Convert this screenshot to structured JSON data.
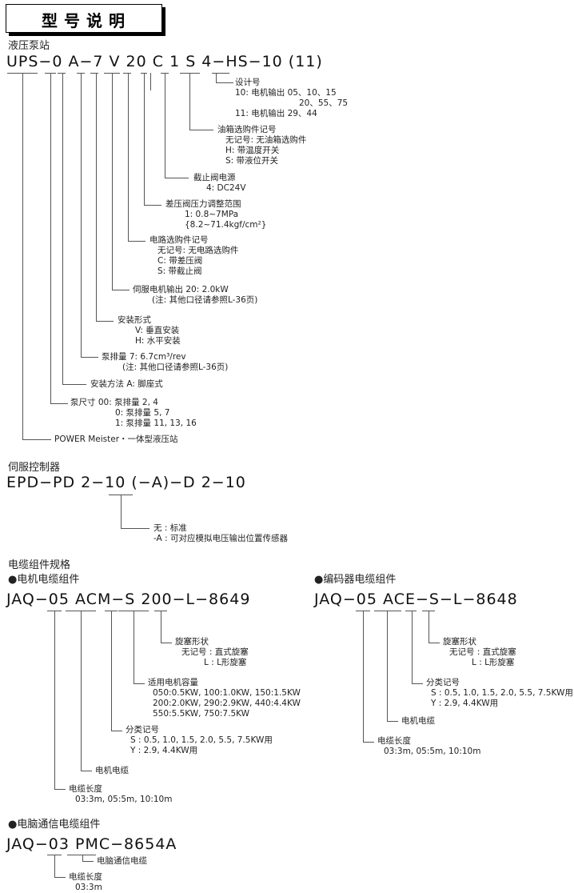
{
  "header": {
    "title": "型号说明"
  },
  "ups": {
    "section": "液压泵站",
    "code": "UPS−0 A−7 V 20 C 1 S 4−HS−10 (11)",
    "notes": {
      "design": [
        "设计号",
        "10: 电机输出   05、10、15",
        "20、55、75",
        "11: 电机输出   29、44"
      ],
      "tank": [
        "油箱选购件记号",
        "无记号: 无油箱选购件",
        "H: 带温度开关",
        "S: 带液位开关"
      ],
      "valve": [
        "截止阀电源",
        "4: DC24V"
      ],
      "relief": [
        "差压阀压力调整范围",
        "1: 0.8~7MPa",
        "{8.2~71.4kgf/cm²}"
      ],
      "circuit": [
        "电路选购件记号",
        "无记号: 无电路选购件",
        "C: 带差压阀",
        "S: 带截止阀"
      ],
      "servo": [
        "伺服电机输出   20: 2.0kW",
        "(注: 其他口径请参照L-36页)"
      ],
      "mount": [
        "安装形式",
        "V: 垂直安装",
        "H: 水平安装"
      ],
      "disp": [
        "泵排量   7: 6.7cm³/rev",
        "(注: 其他口径请参照L-36页)"
      ],
      "method": [
        "安装方法   A: 脚座式"
      ],
      "size": [
        "泵尺寸 00: 泵排量    2, 4",
        "0: 泵排量    5, 7",
        "1: 泵排量    11, 13, 16"
      ],
      "power": [
        "POWER Meister・一体型液压站"
      ]
    }
  },
  "epd": {
    "section": "伺服控制器",
    "code": "EPD−PD 2−10 (−A)−D 2−10",
    "notes": [
      "无 : 标准",
      "-A : 可对应模拟电压输出位置传感器"
    ]
  },
  "cable": {
    "section": "电缆组件规格",
    "motor": {
      "heading": "●电机电缆组件",
      "code": "JAQ−05 ACM−S 200−L−8649",
      "connector": [
        "旋塞形状",
        "无记号 : 直式旋塞",
        "L : L形旋塞"
      ],
      "capacity": [
        "适用电机容量",
        "050:0.5KW, 100:1.0KW, 150:1.5KW",
        "200:2.0KW, 290:2.9KW, 440:4.4KW",
        "550:5.5KW, 750:7.5KW"
      ],
      "class": [
        "分类记号",
        "S : 0.5, 1.0, 1.5, 2.0, 5.5, 7.5KW用",
        "Y : 2.9, 4.4KW用"
      ],
      "type": [
        "电机电缆"
      ],
      "length": [
        "电缆长度",
        "03:3m, 05:5m, 10:10m"
      ]
    },
    "encoder": {
      "heading": "●编码器电缆组件",
      "code": "JAQ−05 ACE−S−L−8648",
      "connector": [
        "旋塞形状",
        "无记号 : 直式旋塞",
        "L : L形旋塞"
      ],
      "class": [
        "分类记号",
        "S : 0.5, 1.0, 1.5, 2.0, 5.5, 7.5KW用",
        "Y : 2.9, 4.4KW用"
      ],
      "type": [
        "电机电缆"
      ],
      "length": [
        "电缆长度",
        "03:3m, 05:5m, 10:10m"
      ]
    },
    "pc": {
      "heading": "●电脑通信电缆组件",
      "code": "JAQ−03 PMC−8654A",
      "type": [
        "电脑通信电缆"
      ],
      "length": [
        "电缆长度",
        "03:3m"
      ]
    }
  }
}
